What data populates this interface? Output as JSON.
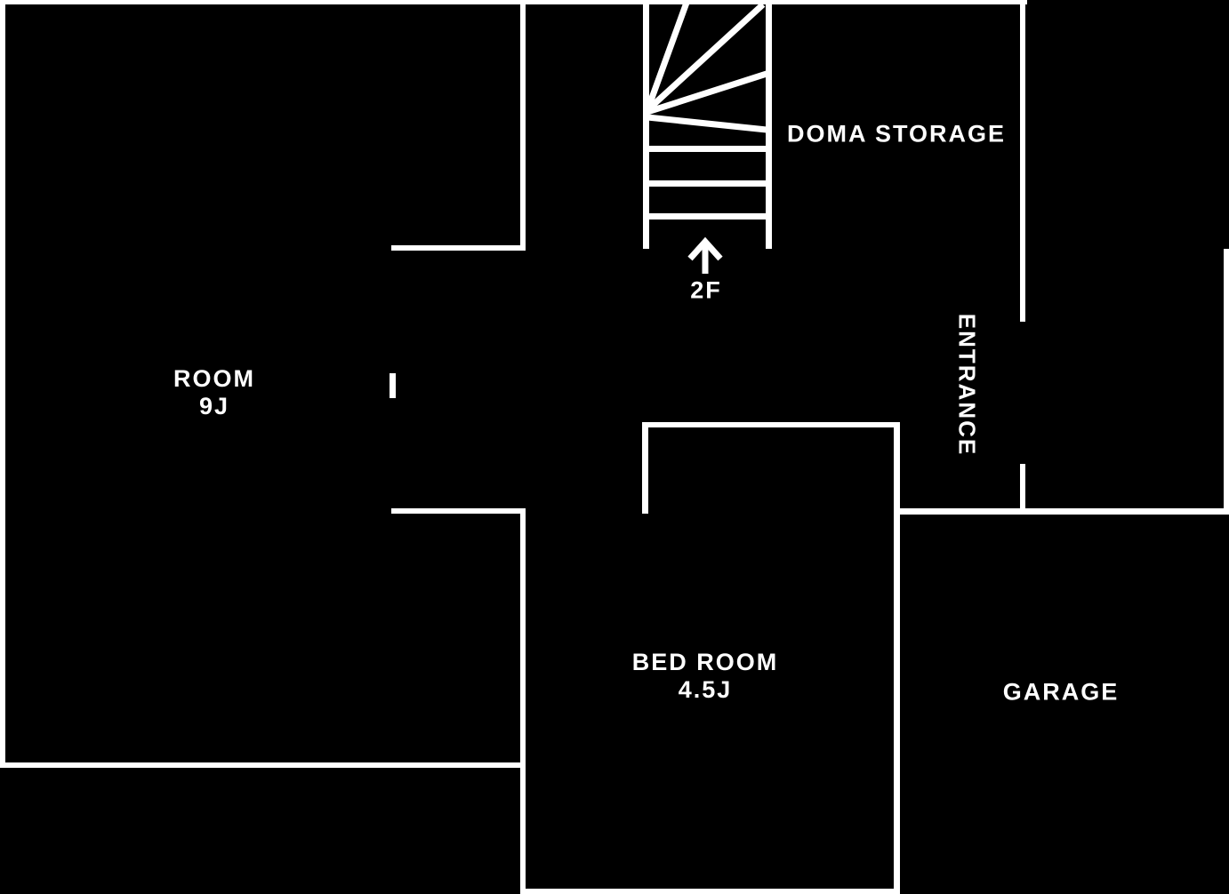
{
  "title": "floor-plan-1f",
  "colors": {
    "background": "#000000",
    "lines": "#ffffff",
    "text": "#ffffff"
  },
  "rooms": {
    "room": {
      "name": "ROOM",
      "size": "9J"
    },
    "doma_storage": {
      "name": "DOMA STORAGE"
    },
    "entrance": {
      "name": "ENTRANCE"
    },
    "bed_room": {
      "name": "BED ROOM",
      "size": "4.5J"
    },
    "garage": {
      "name": "GARAGE"
    }
  },
  "stairs": {
    "floor_label": "2F",
    "arrow_icon": "up-arrow-icon"
  }
}
